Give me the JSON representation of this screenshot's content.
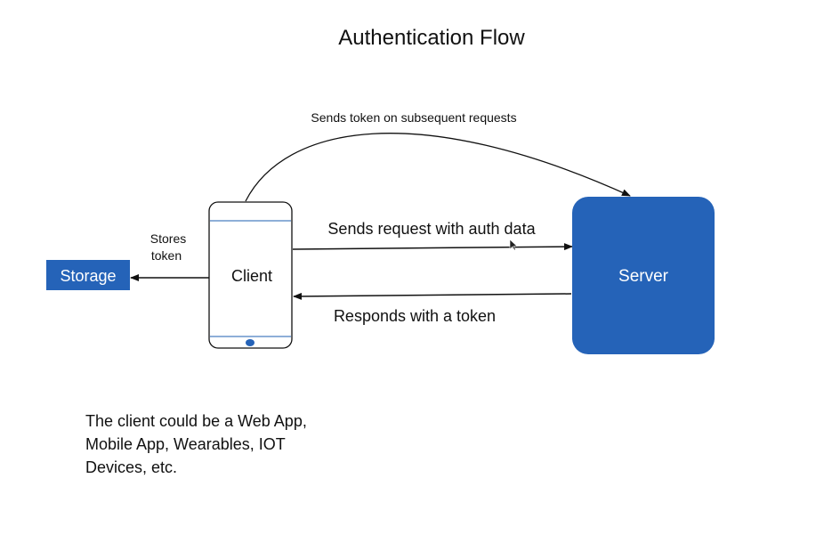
{
  "title": "Authentication Flow",
  "nodes": {
    "storage": "Storage",
    "client": "Client",
    "server": "Server"
  },
  "edges": {
    "subsequent_requests": "Sends token on subsequent requests",
    "request": "Sends request with auth data",
    "response": "Responds with a token",
    "stores_line1": "Stores",
    "stores_line2": "token"
  },
  "note": "The client could be a Web App,\nMobile App, Wearables, IOT\nDevices, etc.",
  "colors": {
    "node_fill": "#2563B8",
    "node_text": "#ffffff",
    "line": "#111111",
    "phone_accent": "#4A7FC1"
  }
}
